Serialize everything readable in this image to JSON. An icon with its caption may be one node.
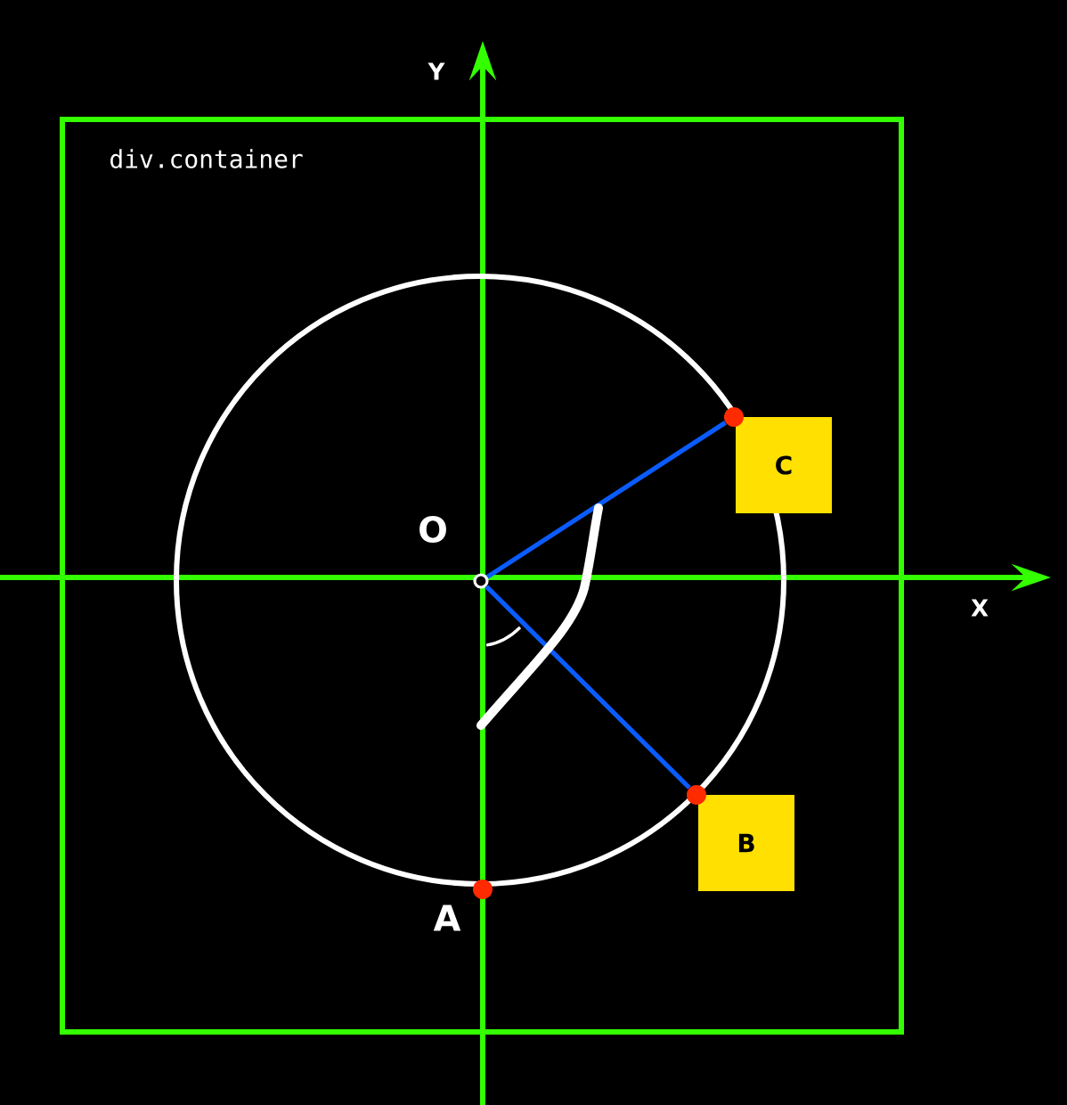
{
  "diagram": {
    "nodes": [
      {
        "text": [
          "div.container"
        ]
      },
      {
        "text": [],
        "shape": "circle",
        "in": 0,
        "beside": [
          "O"
        ]
      },
      {
        "text": [
          "C"
        ],
        "in": 0
      },
      {
        "text": [],
        "shape": "circle",
        "in": 0
      },
      {
        "text": [
          "B"
        ],
        "in": 0
      },
      {
        "text": [],
        "shape": "circle",
        "in": 0
      },
      {
        "text": [],
        "shape": "circle",
        "in": 0,
        "beside": [
          "A"
        ]
      }
    ],
    "edges": [
      {
        "from": 1,
        "to": 3,
        "arrow": "none"
      },
      {
        "from": 1,
        "to": 5,
        "arrow": "none"
      }
    ],
    "labels": [
      "Y",
      "X"
    ]
  }
}
